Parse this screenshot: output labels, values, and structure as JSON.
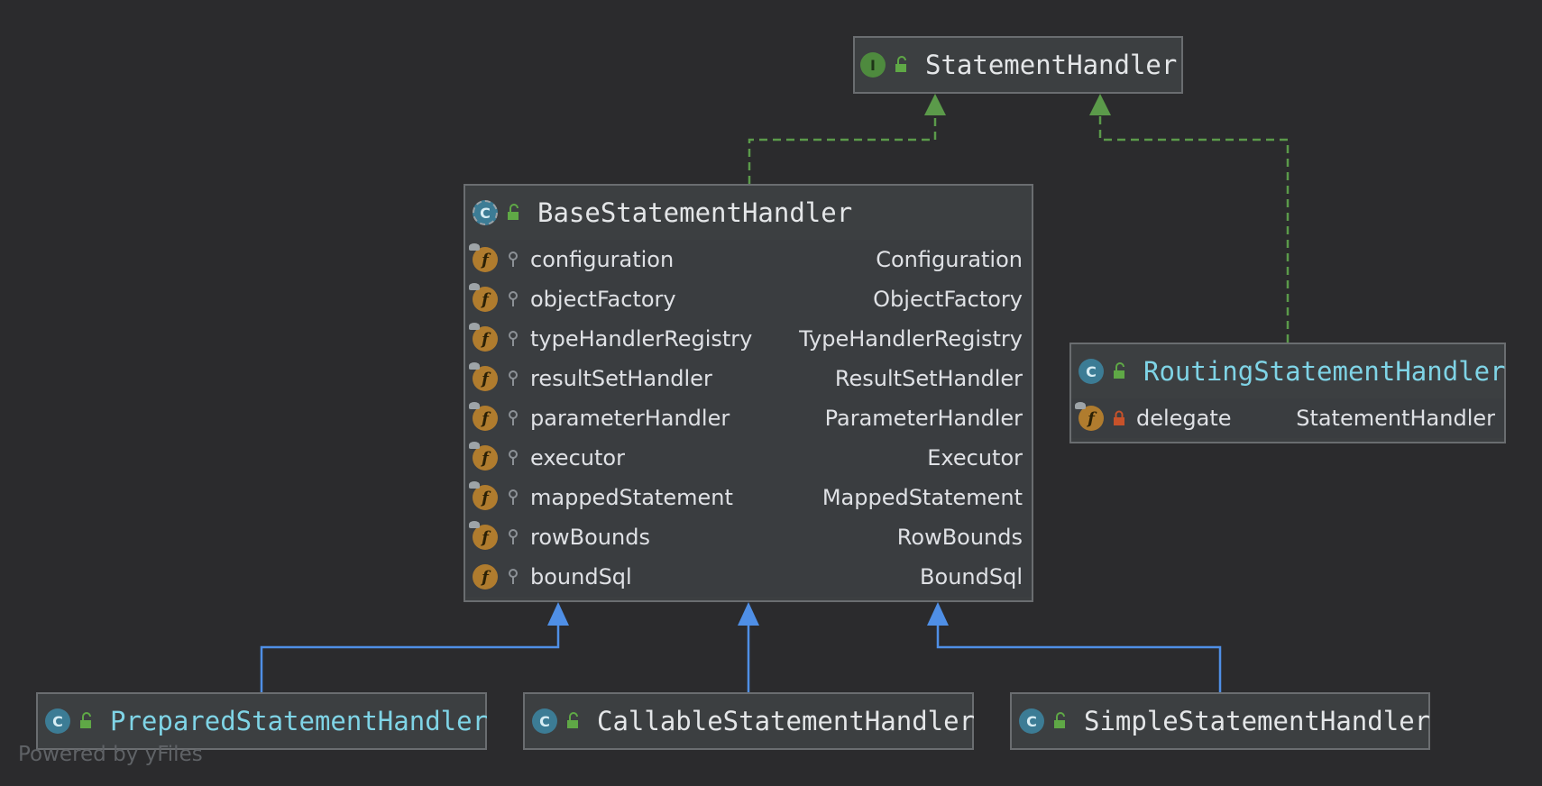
{
  "diagram": {
    "nodes": {
      "statement_handler": {
        "kind": "I",
        "name": "StatementHandler"
      },
      "base_statement_handler": {
        "kind": "C",
        "name": "BaseStatementHandler",
        "fields": [
          {
            "name": "configuration",
            "type": "Configuration"
          },
          {
            "name": "objectFactory",
            "type": "ObjectFactory"
          },
          {
            "name": "typeHandlerRegistry",
            "type": "TypeHandlerRegistry"
          },
          {
            "name": "resultSetHandler",
            "type": "ResultSetHandler"
          },
          {
            "name": "parameterHandler",
            "type": "ParameterHandler"
          },
          {
            "name": "executor",
            "type": "Executor"
          },
          {
            "name": "mappedStatement",
            "type": "MappedStatement"
          },
          {
            "name": "rowBounds",
            "type": "RowBounds"
          },
          {
            "name": "boundSql",
            "type": "BoundSql"
          }
        ]
      },
      "routing_statement_handler": {
        "kind": "C",
        "name": "RoutingStatementHandler",
        "fields": [
          {
            "name": "delegate",
            "type": "StatementHandler"
          }
        ]
      },
      "prepared_statement_handler": {
        "kind": "C",
        "name": "PreparedStatementHandler"
      },
      "callable_statement_handler": {
        "kind": "C",
        "name": "CallableStatementHandler"
      },
      "simple_statement_handler": {
        "kind": "C",
        "name": "SimpleStatementHandler"
      }
    },
    "edges": [
      {
        "from": "base_statement_handler",
        "to": "statement_handler",
        "relation": "implements"
      },
      {
        "from": "routing_statement_handler",
        "to": "statement_handler",
        "relation": "implements"
      },
      {
        "from": "prepared_statement_handler",
        "to": "base_statement_handler",
        "relation": "extends"
      },
      {
        "from": "callable_statement_handler",
        "to": "base_statement_handler",
        "relation": "extends"
      },
      {
        "from": "simple_statement_handler",
        "to": "base_statement_handler",
        "relation": "extends"
      }
    ],
    "colors": {
      "background": "#2b2b2d",
      "implements_edge": "#5b9a4a",
      "extends_edge": "#4f8fe6",
      "link_title": "#7fd4e6"
    }
  },
  "footer": {
    "powered_by": "Powered by yFiles"
  }
}
